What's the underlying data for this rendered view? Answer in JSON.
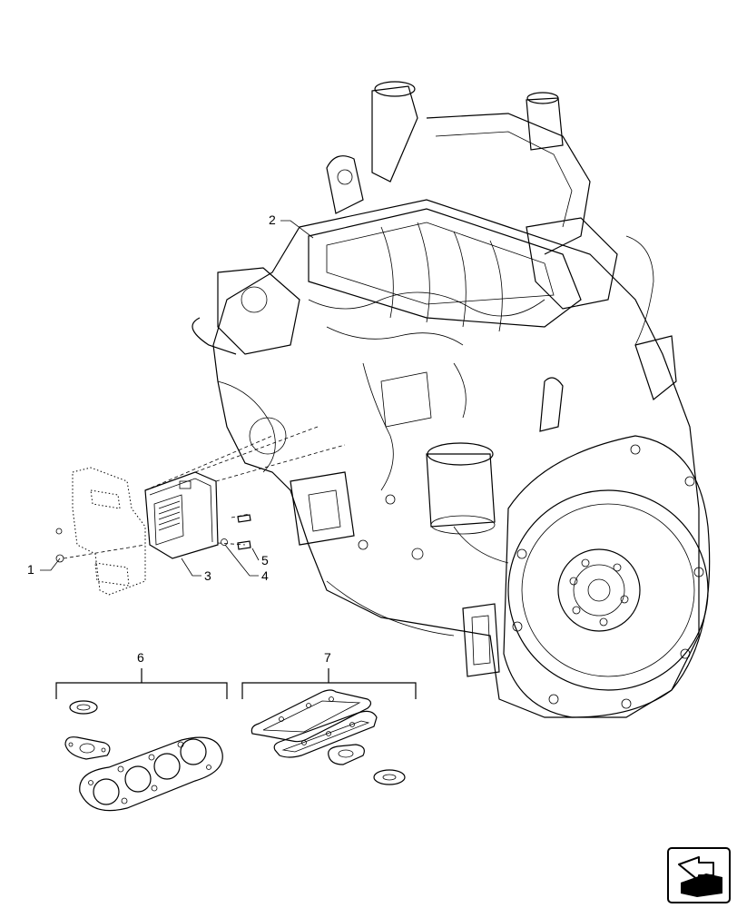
{
  "callouts": {
    "c1": "1",
    "c2": "2",
    "c3": "3",
    "c4": "4",
    "c5": "5",
    "c6": "6",
    "c7": "7"
  },
  "icons": {
    "nav": "view-direction-arrow-icon"
  }
}
